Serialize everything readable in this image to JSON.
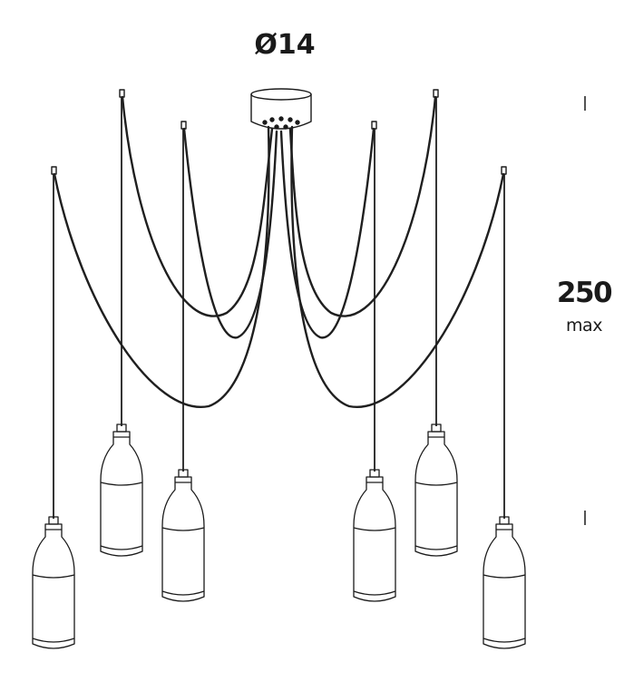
{
  "labels": {
    "diameter": "Ø14",
    "height_value": "250",
    "height_qualifier": "max"
  },
  "colors": {
    "line": "#1a1a1a",
    "cord": "#1f1f1f",
    "background": "#ffffff"
  }
}
